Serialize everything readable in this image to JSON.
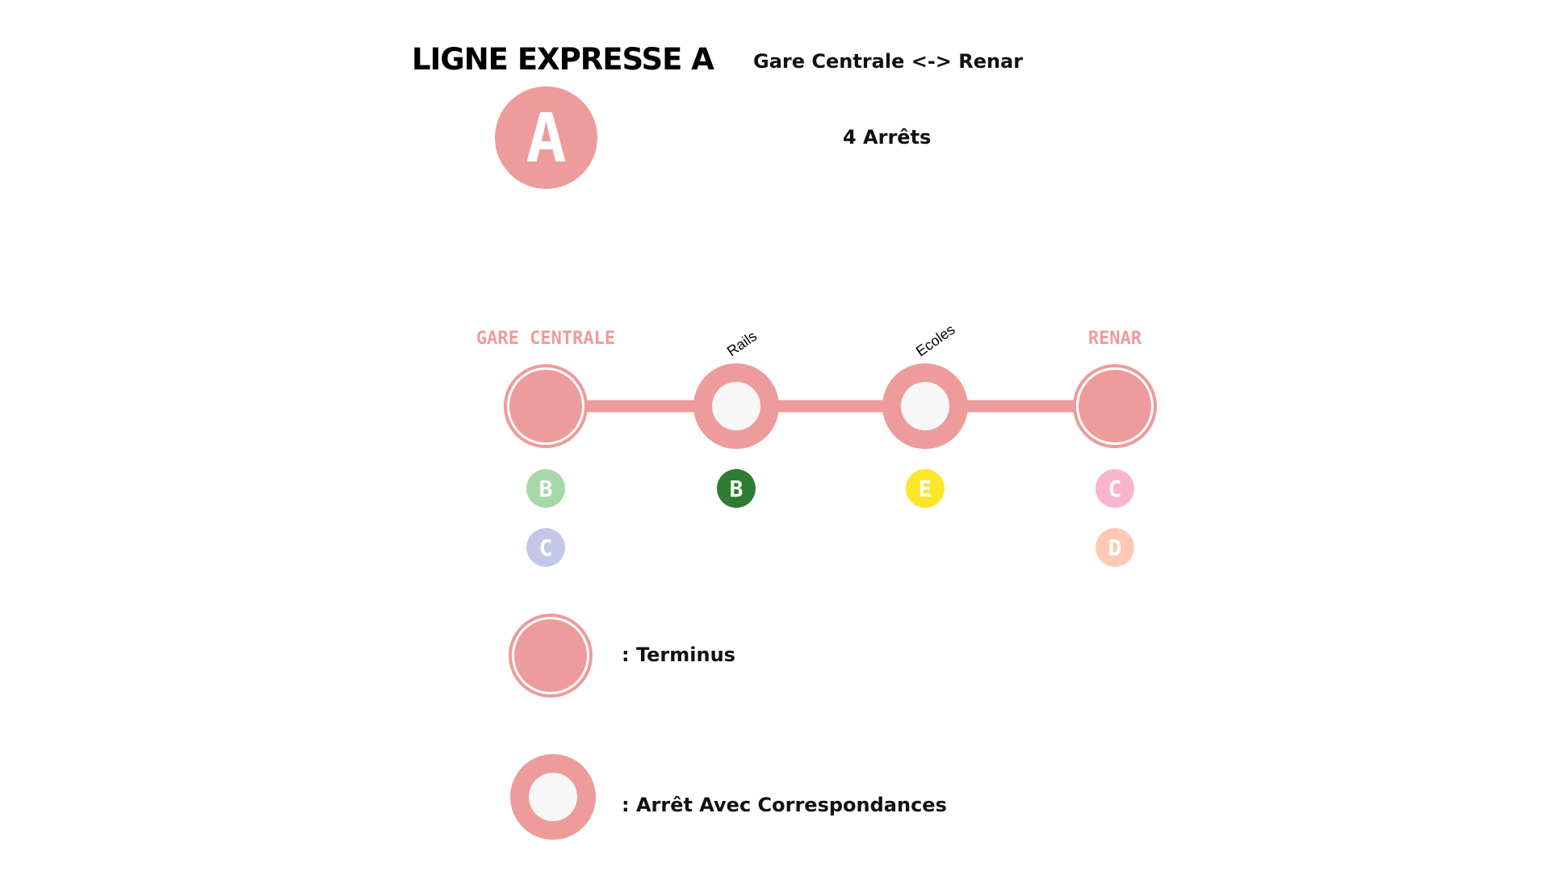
{
  "header": {
    "title": "LIGNE EXPRESSE A",
    "route": "Gare Centrale <-> Renar",
    "stop_count": "4 Arrêts"
  },
  "line": {
    "letter": "A",
    "color": "#ee9b9b",
    "inner_color": "#f7f7f7"
  },
  "stations": [
    {
      "name": "GARE CENTRALE",
      "type": "terminus",
      "label_style": "upright-colored",
      "connections": [
        {
          "letter": "B",
          "color": "#a8d8a8"
        },
        {
          "letter": "C",
          "color": "#c3c8e8"
        }
      ]
    },
    {
      "name": "Rails",
      "type": "correspondence",
      "label_style": "tilted-black",
      "connections": [
        {
          "letter": "B",
          "color": "#2e7d32"
        }
      ]
    },
    {
      "name": "Ecoles",
      "type": "correspondence",
      "label_style": "tilted-black",
      "connections": [
        {
          "letter": "E",
          "color": "#fde52c"
        }
      ]
    },
    {
      "name": "RENAR",
      "type": "terminus",
      "label_style": "upright-colored",
      "connections": [
        {
          "letter": "C",
          "color": "#f8b5cd"
        },
        {
          "letter": "D",
          "color": "#ffc9b3"
        }
      ]
    }
  ],
  "legend": {
    "terminus_label": ": Terminus",
    "correspondence_label": ": Arrêt Avec Correspondances"
  }
}
